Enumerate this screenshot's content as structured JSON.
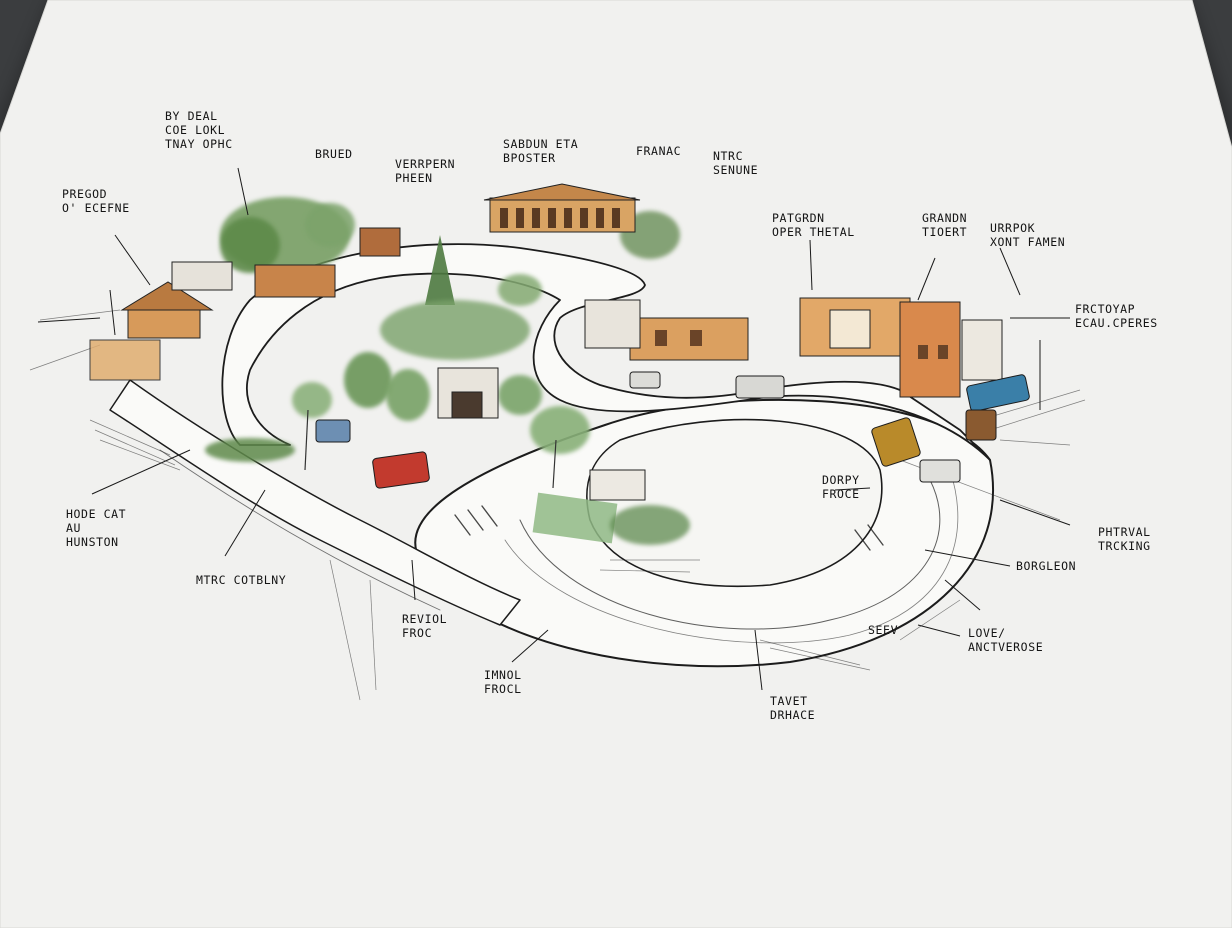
{
  "colors": {
    "desk": "#3b3d3f",
    "paper": "#f1f1ef",
    "ink": "#141414",
    "road": "#fafaf8",
    "foliage": "#6f9a5c",
    "roof": "#c98a4a",
    "car_red": "#c23a2e",
    "car_blue": "#3a7fa8",
    "car_gold": "#b98a2a"
  },
  "icons": [
    "tree-icon",
    "building-icon",
    "car-icon"
  ],
  "annotations": [
    {
      "id": "ann-01",
      "text": "BY DEAL\nCOE LOKL\nTNAY OPHC"
    },
    {
      "id": "ann-02",
      "text": "BRUED"
    },
    {
      "id": "ann-03",
      "text": "VERRPERN\nPHEEN"
    },
    {
      "id": "ann-04",
      "text": "SABDUN ETA\nBPOSTER"
    },
    {
      "id": "ann-05",
      "text": "FRANAC"
    },
    {
      "id": "ann-06",
      "text": "NTRC\nSENUNE"
    },
    {
      "id": "ann-07",
      "text": "PREGOD\nO' ECEFNE"
    },
    {
      "id": "ann-08",
      "text": "PATGRDN\nOPER THETAL"
    },
    {
      "id": "ann-09",
      "text": "GRANDN\nTIOERT"
    },
    {
      "id": "ann-10",
      "text": "URRPOK\nXONT FAMEN"
    },
    {
      "id": "ann-11",
      "text": "FRCTOYAP\nECAU.CPERES"
    },
    {
      "id": "ann-12",
      "text": "DORPY\nFROCE"
    },
    {
      "id": "ann-13",
      "text": "HODE CAT\nAU\nHUNSTON"
    },
    {
      "id": "ann-14",
      "text": "MTRC COTBLNY"
    },
    {
      "id": "ann-15",
      "text": "REVIOL\nFROC"
    },
    {
      "id": "ann-16",
      "text": "IMNOL\nFROCL"
    },
    {
      "id": "ann-17",
      "text": "TAVET\nDRHACE"
    },
    {
      "id": "ann-18",
      "text": "SEEV"
    },
    {
      "id": "ann-19",
      "text": "LOVE/\nANCTVEROSE"
    },
    {
      "id": "ann-20",
      "text": "BORGLEON"
    },
    {
      "id": "ann-21",
      "text": "PHTRVAL\nTRCKING"
    }
  ]
}
